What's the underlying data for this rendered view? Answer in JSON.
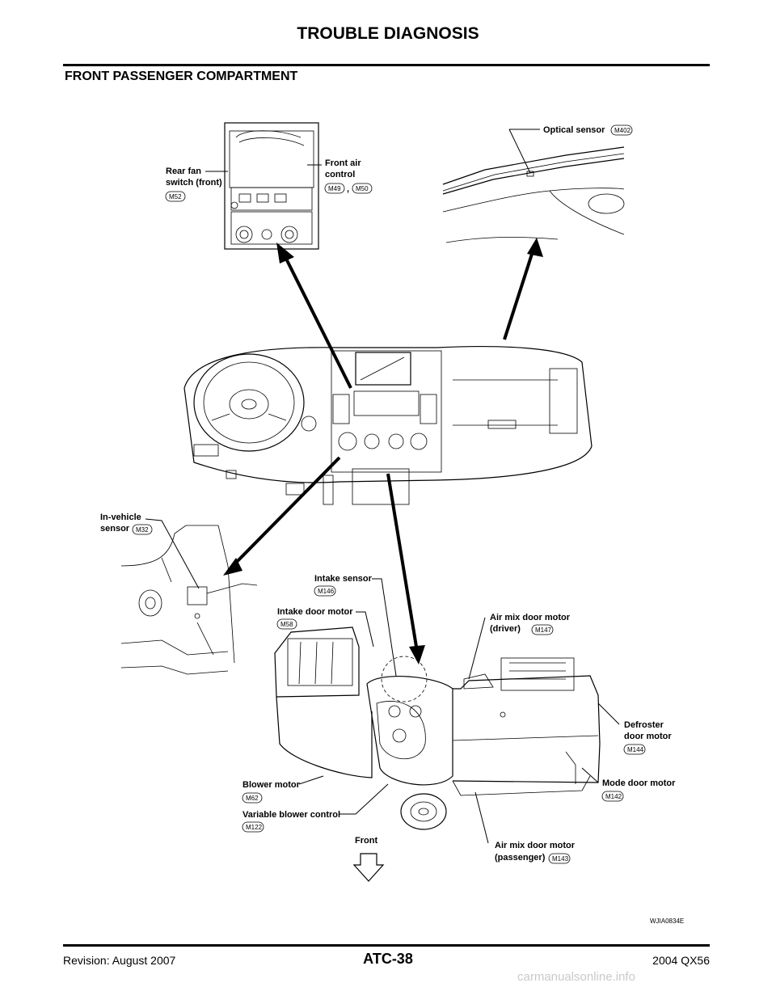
{
  "page": {
    "header": "TROUBLE DIAGNOSIS",
    "section_title": "FRONT PASSENGER COMPARTMENT",
    "footer_left": "Revision: August 2007",
    "footer_center": "ATC-38",
    "footer_right": "2004 QX56",
    "figure_id": "WJIA0834E",
    "watermark": "carmanualsonline.info"
  },
  "labels": {
    "rear_fan_line1": "Rear fan",
    "rear_fan_line2": "switch (front)",
    "rear_fan_code": "M52",
    "front_air_line1": "Front air",
    "front_air_line2": "control",
    "front_air_code1": "M49",
    "front_air_sep": ",",
    "front_air_code2": "M50",
    "optical_sensor": "Optical sensor",
    "optical_code": "M402",
    "in_vehicle_line1": "In-vehicle",
    "in_vehicle_line2": "sensor",
    "in_vehicle_code": "M32",
    "intake_sensor": "Intake sensor",
    "intake_sensor_code": "M146",
    "intake_door_motor": "Intake door motor",
    "intake_door_code": "M58",
    "air_mix_driver_line1": "Air mix door motor",
    "air_mix_driver_line2": "(driver)",
    "air_mix_driver_code": "M147",
    "defroster_line1": "Defroster",
    "defroster_line2": "door motor",
    "defroster_code": "M144",
    "blower_motor": "Blower motor",
    "blower_code": "M62",
    "variable_blower": "Variable blower control",
    "variable_blower_code": "M122",
    "mode_door_motor": "Mode door motor",
    "mode_door_code": "M142",
    "air_mix_pass_line1": "Air mix door motor",
    "air_mix_pass_line2": "(passenger)",
    "air_mix_pass_code": "M143",
    "front": "Front"
  }
}
